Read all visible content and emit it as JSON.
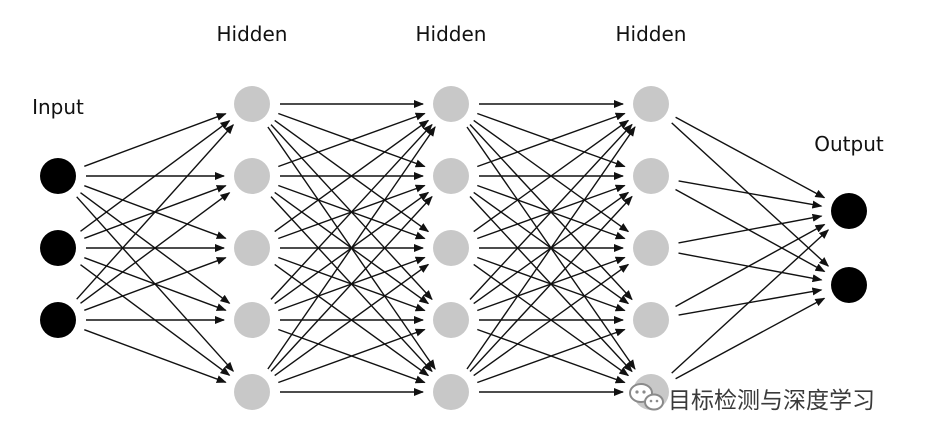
{
  "labels": {
    "input": "Input",
    "hidden1": "Hidden",
    "hidden2": "Hidden",
    "hidden3": "Hidden",
    "output": "Output"
  },
  "watermark": {
    "text": "目标检测与深度学习",
    "icon": "wechat-icon"
  },
  "network": {
    "layers": [
      {
        "name": "input",
        "nodes": 3,
        "color": "#000000"
      },
      {
        "name": "hidden1",
        "nodes": 5,
        "color": "#c8c8c8"
      },
      {
        "name": "hidden2",
        "nodes": 5,
        "color": "#c8c8c8"
      },
      {
        "name": "hidden3",
        "nodes": 5,
        "color": "#c8c8c8"
      },
      {
        "name": "output",
        "nodes": 2,
        "color": "#000000"
      }
    ],
    "connections": "fully-connected",
    "edge_color": "#111111"
  }
}
